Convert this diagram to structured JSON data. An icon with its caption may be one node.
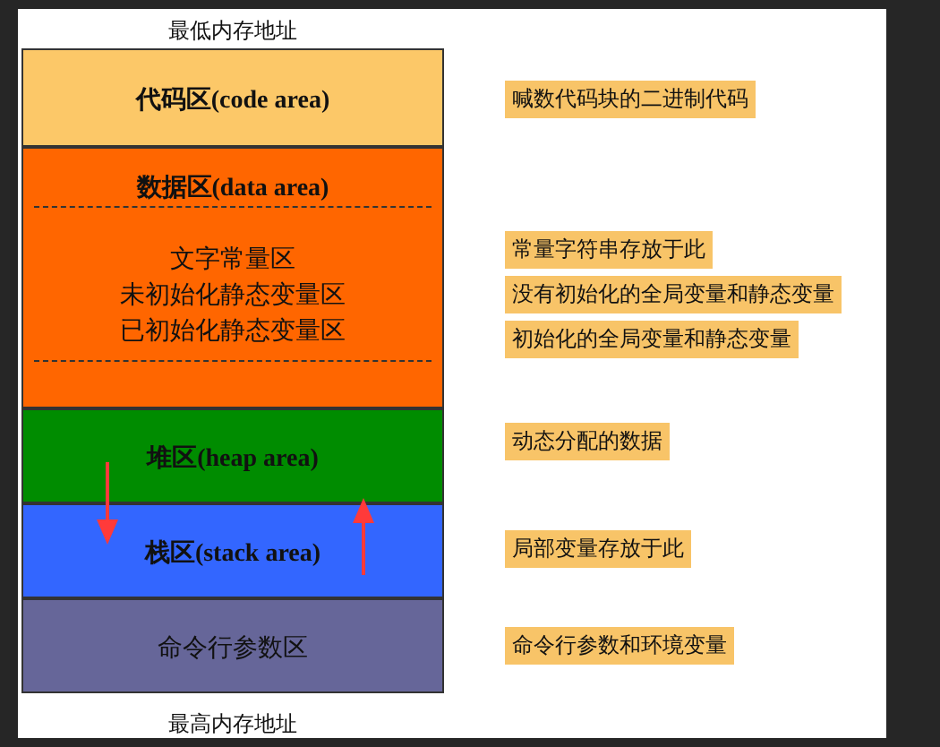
{
  "diagram": {
    "nodes": [
      {
        "text": [
          "代码区(code area)"
        ]
      },
      {
        "text": [
          "数据区(data area)",
          "文字常量区",
          "未初始化静态变量区",
          "已初始化静态变量区"
        ]
      },
      {
        "text": [
          "堆区(heap area)"
        ]
      },
      {
        "text": [
          "栈区(stack area)"
        ]
      },
      {
        "text": [
          "命令行参数区"
        ]
      },
      {
        "text": [
          "喊数代码块的二进制代码"
        ]
      },
      {
        "text": [
          "常量字符串存放于此"
        ]
      },
      {
        "text": [
          "没有初始化的全局变量和静态变量"
        ]
      },
      {
        "text": [
          "初始化的全局变量和静态变量"
        ]
      },
      {
        "text": [
          "动态分配的数据"
        ]
      },
      {
        "text": [
          "局部变量存放于此"
        ]
      },
      {
        "text": [
          "命令行参数和环境变量"
        ]
      }
    ],
    "edges": [
      {
        "from": 2,
        "to": 3,
        "arrow": "to"
      },
      {
        "from": 3,
        "to": 2,
        "arrow": "to"
      }
    ],
    "labels": [
      "最低内存地址",
      "最高内存地址"
    ]
  }
}
